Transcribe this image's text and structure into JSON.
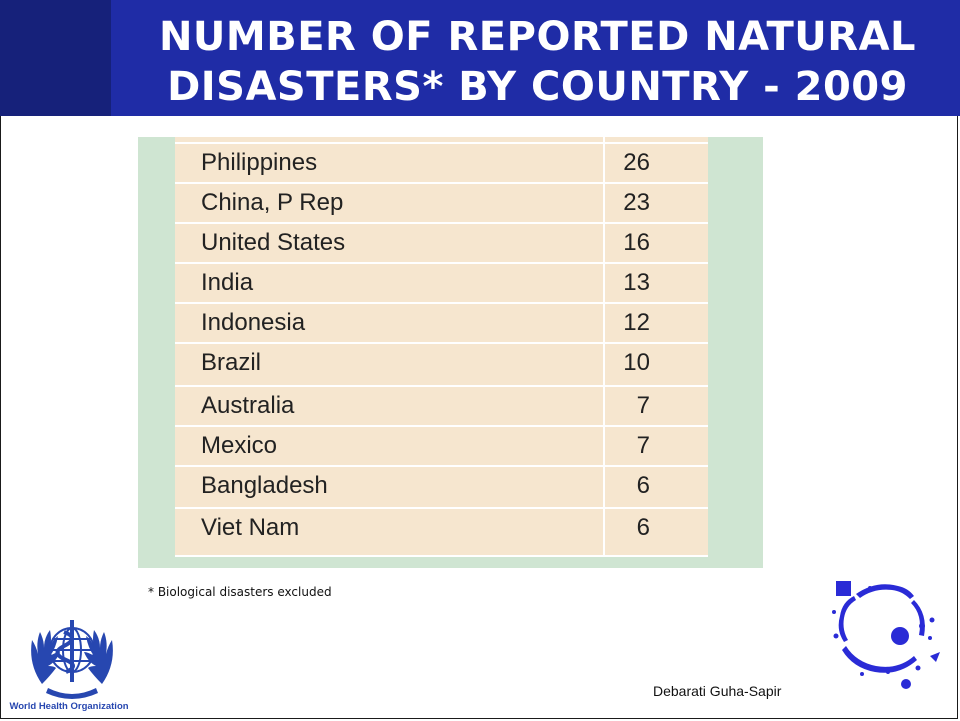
{
  "title": "NUMBER OF REPORTED NATURAL\nDISASTERS* BY COUNTRY - 2009",
  "table": {
    "rows": [
      {
        "country": "Philippines",
        "count": "26"
      },
      {
        "country": "China, P Rep",
        "count": "23"
      },
      {
        "country": "United States",
        "count": "16"
      },
      {
        "country": "India",
        "count": "13"
      },
      {
        "country": "Indonesia",
        "count": "12"
      },
      {
        "country": "Brazil",
        "count": "10"
      },
      {
        "country": "Australia",
        "count": "7"
      },
      {
        "country": "Mexico",
        "count": "7"
      },
      {
        "country": "Bangladesh",
        "count": "6"
      },
      {
        "country": "Viet Nam",
        "count": "6"
      }
    ]
  },
  "footnote": "* Biological disasters excluded",
  "author": "Debarati Guha-Sapir",
  "logos": {
    "who": "World Health Organization"
  },
  "colors": {
    "header": "#1f2ca6",
    "header_accent": "#16217a",
    "panel": "#cfe5d2",
    "table": "#f6e6cf",
    "who_blue": "#2747b0",
    "cred_blue": "#2a2bd6"
  },
  "icons": [
    "who-emblem-icon",
    "cred-logo-icon"
  ]
}
